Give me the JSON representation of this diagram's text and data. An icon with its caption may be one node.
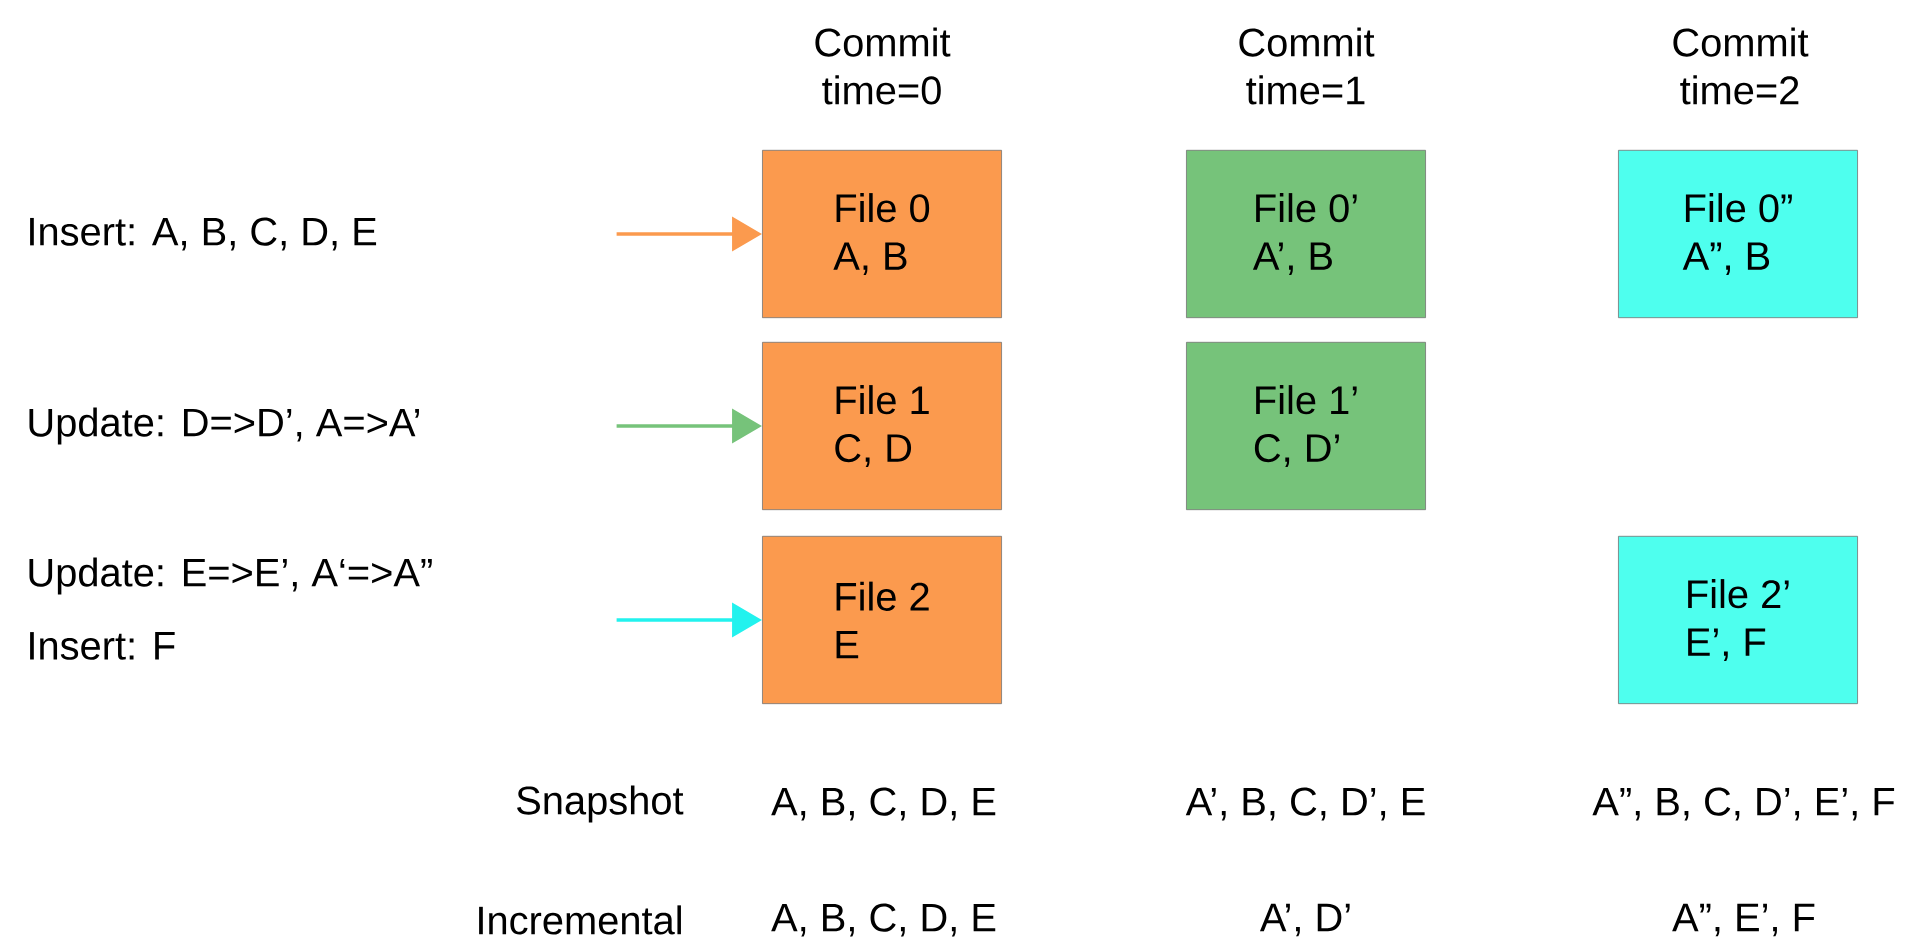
{
  "diagram": {
    "nodes": [
      {
        "text": [
          "File 0",
          "A, B"
        ]
      },
      {
        "text": [
          "File 0’",
          "A’, B"
        ]
      },
      {
        "text": [
          "File 0”",
          "A”, B"
        ]
      },
      {
        "text": [
          "File 1",
          "C, D"
        ]
      },
      {
        "text": [
          "File 1’",
          "C, D’"
        ]
      },
      {
        "text": [
          "File 2",
          "E"
        ]
      },
      {
        "text": [
          "File 2’",
          "E’, F"
        ]
      }
    ],
    "edges": [
      {
        "from": null,
        "to": 0,
        "arrow": "to",
        "color": "#fb9a4e"
      },
      {
        "from": null,
        "to": 3,
        "arrow": "to",
        "color": "#76c37a"
      },
      {
        "from": null,
        "to": 5,
        "arrow": "to",
        "color": "#22f2ee"
      }
    ],
    "labels": [
      "Commit time=0",
      "Commit time=1",
      "Commit time=2",
      "Insert: A, B, C, D, E",
      "Update: D=>D’, A=>A’",
      "Update: E=>E’, A‘=>A”",
      "Insert:   F",
      "Snapshot",
      "A, B, C, D, E",
      "A’, B, C, D’, E",
      "A”, B, C, D’, E’, F",
      "Incremental",
      "A, B, C, D, E",
      "A’, D’",
      "A”, E’, F"
    ]
  }
}
